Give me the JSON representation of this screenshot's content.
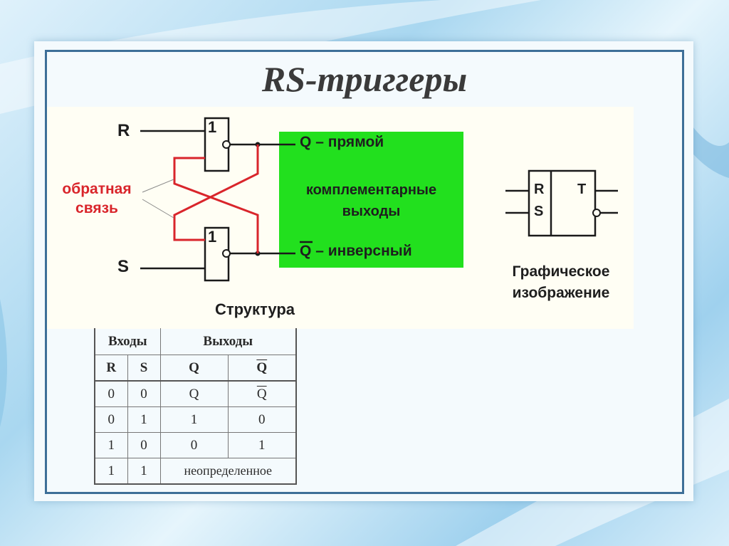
{
  "title": "RS-триггеры",
  "diagram": {
    "input_r": "R",
    "input_s": "S",
    "gate_top_label": "1",
    "gate_bottom_label": "1",
    "feedback_label_line1": "обратная",
    "feedback_label_line2": "связь",
    "output_q_symbol": "Q",
    "output_q_desc": "– прямой",
    "outputs_desc_line1": "комплементарные",
    "outputs_desc_line2": "выходы",
    "output_nq_symbol": "Q",
    "output_nq_desc": "– инверсный",
    "structure_caption": "Структура",
    "symbol_r": "R",
    "symbol_s": "S",
    "symbol_t": "T",
    "symbol_caption_line1": "Графическое",
    "symbol_caption_line2": "изображение",
    "colors": {
      "feedback": "#d9252b",
      "outputs_box": "#22e01e",
      "wire": "#1a1a1a"
    }
  },
  "truth_table": {
    "group_inputs": "Входы",
    "group_outputs": "Выходы",
    "col_r": "R",
    "col_s": "S",
    "col_q": "Q",
    "col_nq": "Q",
    "rows": [
      {
        "r": "0",
        "s": "0",
        "q": "Q",
        "nq": "Q"
      },
      {
        "r": "0",
        "s": "1",
        "q": "1",
        "nq": "0"
      },
      {
        "r": "1",
        "s": "0",
        "q": "0",
        "nq": "1"
      },
      {
        "r": "1",
        "s": "1",
        "merged": "неопределенное"
      }
    ]
  }
}
